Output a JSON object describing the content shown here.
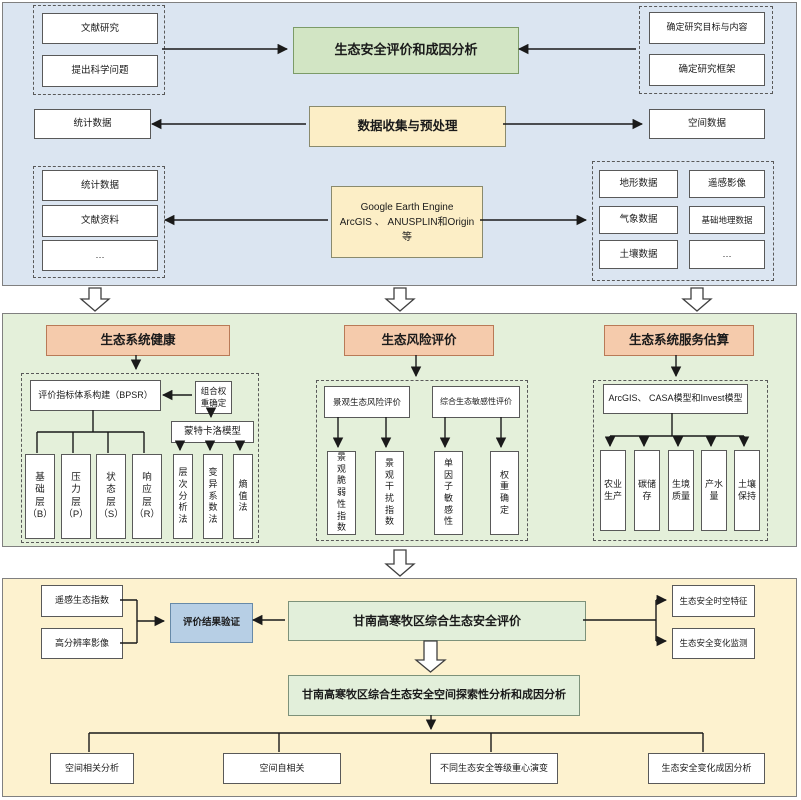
{
  "top": {
    "left_group": [
      "文献研究",
      "提出科学问题"
    ],
    "eval_box": "生态安全评价和成因分析",
    "right_group": [
      "确定研究目标与内容",
      "确定研究框架"
    ],
    "stat_data": "统计数据",
    "data_collect": "数据收集与预处理",
    "spatial_data": "空间数据",
    "source_group": [
      "统计数据",
      "文献资料",
      "…"
    ],
    "tools_box": [
      "Google Earth Engine",
      "ArcGIS 、 ANUSPLIN和Origin",
      "等"
    ],
    "data_group": [
      [
        "地形数据",
        "遥感影像"
      ],
      [
        "气象数据",
        "基础地理数据"
      ],
      [
        "土壤数据",
        "…"
      ]
    ]
  },
  "middle": {
    "col1": {
      "header": "生态系统健康",
      "bpsr": "评价指标体系构建（BPSR）",
      "combo_weight": "组合权\n重确定",
      "monte_carlo": "蒙特卡洛模型",
      "layers": [
        "基\n础\n层\n（B）",
        "压\n力\n层\n（P）",
        "状\n态\n层\n（S）",
        "响\n应\n层\n（R）"
      ],
      "methods": [
        "层\n次\n分\n析\n法",
        "变\n异\n系\n数\n法",
        "熵\n值\n法"
      ]
    },
    "col2": {
      "header": "生态风险评价",
      "landscape_risk": "景观生态风险评价",
      "sensitivity": "综合生态敏感性评价",
      "items": [
        "景\n观\n脆\n弱\n性\n指\n数",
        "景\n观\n干\n扰\n指\n数",
        "单\n因\n子\n敏\n感\n性",
        "权\n重\n确\n定"
      ]
    },
    "col3": {
      "header": "生态系统服务估算",
      "models": "ArcGIS、 CASA模型和Invest模型",
      "items": [
        "农业\n生产",
        "碳储\n存",
        "生境\n质量",
        "产水\n量",
        "土壤\n保持"
      ]
    }
  },
  "bottom": {
    "rs_index": "遥感生态指数",
    "hires_image": "高分辨率影像",
    "validation": "评价结果验证",
    "main_eval": "甘南高寒牧区综合生态安全评价",
    "st_feature": "生态安全时空特征",
    "change_monitor": "生态安全变化监测",
    "spatial_analysis": "甘南高寒牧区综合生态安全空间探索性分析和成因分析",
    "bottom_boxes": [
      "空间相关分析",
      "空间自相关",
      "不同生态安全等级重心演变",
      "生态安全变化成因分析"
    ]
  },
  "colors": {
    "top_bg": "#dbe5f1",
    "middle_bg": "#e4f0da",
    "bottom_bg": "#fdf2cf",
    "green_box": "#d2e5c4",
    "yellow_box": "#fceec6",
    "orange_box": "#f5cbac",
    "blue_box": "#b7cfe5",
    "light_green_box": "#e2efda"
  }
}
